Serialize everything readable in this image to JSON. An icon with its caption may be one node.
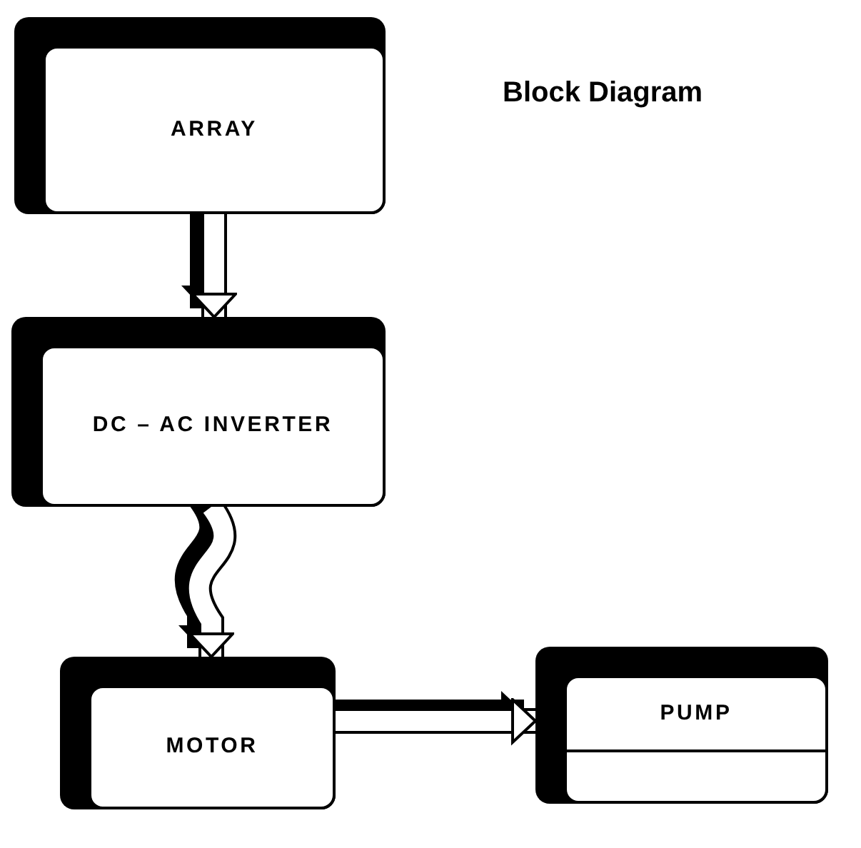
{
  "diagram": {
    "title": "Block Diagram",
    "nodes": [
      {
        "text": [
          "ARRAY"
        ]
      },
      {
        "text": [
          "DC – AC INVERTER"
        ]
      },
      {
        "text": [
          "MOTOR"
        ]
      },
      {
        "text": [
          "PUMP"
        ]
      }
    ],
    "edges": [
      {
        "from": 0,
        "to": 1,
        "arrow": "to"
      },
      {
        "from": 1,
        "to": 2,
        "arrow": "to"
      },
      {
        "from": 2,
        "to": 3,
        "arrow": "to"
      }
    ]
  }
}
